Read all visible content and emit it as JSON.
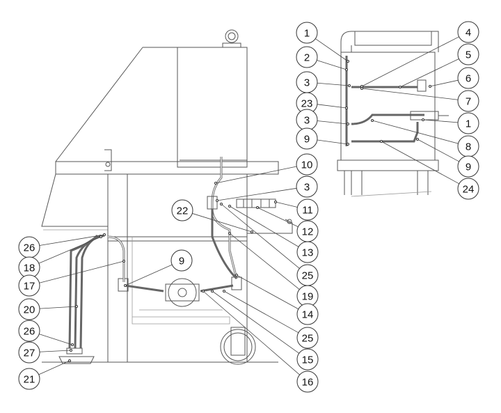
{
  "title": "Plumbing parts diagram",
  "inset_callouts": {
    "left": [
      "1",
      "2",
      "3",
      "23",
      "3",
      "9"
    ],
    "right": [
      "4",
      "5",
      "6",
      "7",
      "1",
      "8",
      "9",
      "24"
    ]
  },
  "main_callouts": {
    "right": [
      "10",
      "3",
      "11",
      "12",
      "13",
      "25",
      "19",
      "14",
      "25",
      "15",
      "16"
    ],
    "center": [
      "22",
      "9"
    ],
    "left": [
      "26",
      "18",
      "17",
      "20",
      "26",
      "27",
      "21"
    ]
  },
  "colors": {
    "line": "#555555",
    "callout_stroke": "#333333"
  }
}
